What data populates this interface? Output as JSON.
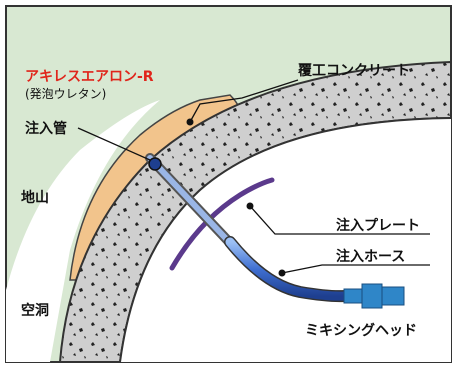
{
  "labels": {
    "product_name": "アキレスエアロン-R",
    "product_desc": "(発泡ウレタン)",
    "injection_pipe": "注入管",
    "ground": "地山",
    "cavity": "空洞",
    "lining_concrete": "覆工コンクリート",
    "injection_plate": "注入プレート",
    "injection_hose": "注入ホース",
    "mixing_head": "ミキシングヘッド"
  },
  "colors": {
    "ground": "#d8e8d2",
    "foam": "#f2c48c",
    "concrete": "#cfcfcf",
    "plate": "#5b3a8c",
    "hose": "#3f6fd1",
    "head": "#2f86c8",
    "accent_red": "#e0251b"
  }
}
